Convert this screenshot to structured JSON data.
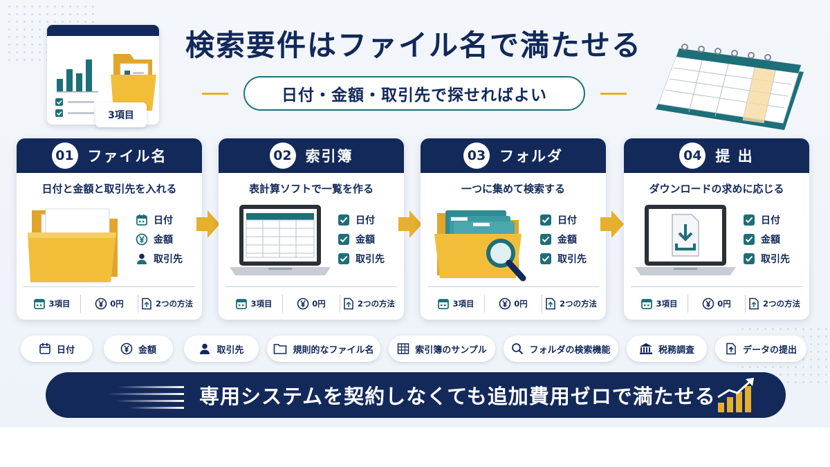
{
  "header": {
    "title": "検索要件はファイル名で満たせる",
    "subtitle": "日付・金額・取引先で探せればよい",
    "illustration_badge": "3項目"
  },
  "cards": [
    {
      "number": "01",
      "title": "ファイル名",
      "description": "日付と金額と取引先を入れる",
      "checks": [
        {
          "icon": "calendar-icon",
          "label": "日付"
        },
        {
          "icon": "yen-icon",
          "label": "金額"
        },
        {
          "icon": "person-icon",
          "label": "取引先"
        }
      ],
      "footer": [
        "3項目",
        "0円",
        "2つの方法"
      ]
    },
    {
      "number": "02",
      "title": "索引簿",
      "description": "表計算ソフトで一覧を作る",
      "checks": [
        {
          "icon": "checkbox-icon",
          "label": "日付"
        },
        {
          "icon": "checkbox-icon",
          "label": "金額"
        },
        {
          "icon": "checkbox-icon",
          "label": "取引先"
        }
      ],
      "footer": [
        "3項目",
        "0円",
        "2つの方法"
      ]
    },
    {
      "number": "03",
      "title": "フォルダ",
      "description": "一つに集めて検索する",
      "checks": [
        {
          "icon": "checkbox-icon",
          "label": "日付"
        },
        {
          "icon": "checkbox-icon",
          "label": "金額"
        },
        {
          "icon": "checkbox-icon",
          "label": "取引先"
        }
      ],
      "footer": [
        "3項目",
        "0円",
        "2つの方法"
      ]
    },
    {
      "number": "04",
      "title": "提 出",
      "description": "ダウンロードの求めに応じる",
      "checks": [
        {
          "icon": "checkbox-icon",
          "label": "日付"
        },
        {
          "icon": "checkbox-icon",
          "label": "金額"
        },
        {
          "icon": "checkbox-icon",
          "label": "取引先"
        }
      ],
      "footer": [
        "3項目",
        "0円",
        "2つの方法"
      ]
    }
  ],
  "pills": [
    {
      "icon": "calendar-icon",
      "label": "日付"
    },
    {
      "icon": "yen-icon",
      "label": "金額"
    },
    {
      "icon": "person-icon",
      "label": "取引先"
    },
    {
      "icon": "folder-icon",
      "label": "規則的なファイル名"
    },
    {
      "icon": "table-icon",
      "label": "索引簿のサンプル"
    },
    {
      "icon": "search-icon",
      "label": "フォルダの検索機能"
    },
    {
      "icon": "bank-icon",
      "label": "税務調査"
    },
    {
      "icon": "upload-icon",
      "label": "データの提出"
    }
  ],
  "banner": {
    "text": "専用システムを契約しなくても追加費用ゼロで満たせる"
  },
  "colors": {
    "navy": "#13295a",
    "teal": "#1d6f78",
    "accent_gold": "#e4b02d",
    "folder_yellow": "#f2be3a"
  }
}
